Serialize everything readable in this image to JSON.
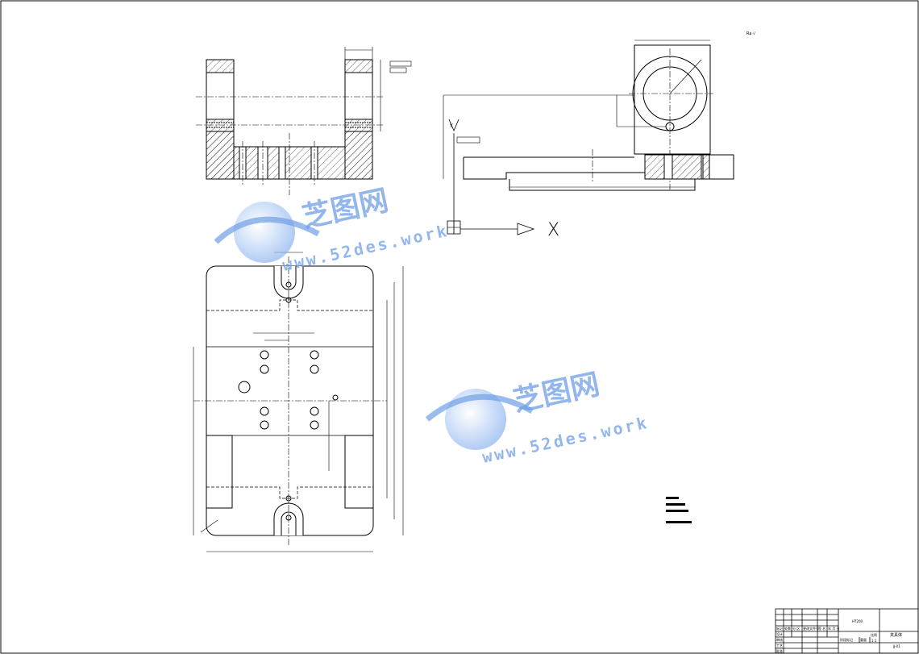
{
  "drawing": {
    "corner_roughness": "Ra √",
    "axis_y": "Y",
    "axis_x": "X",
    "notes_block": [
      "",
      "",
      ""
    ]
  },
  "watermark": {
    "brand": "芝图网",
    "url": "www.52des.work"
  },
  "title_block": {
    "drawing_name": "夹具体",
    "scale": "1:1",
    "material": "HT200",
    "drawing_no": "JJ-01",
    "row_labels": [
      "标记",
      "处数",
      "分 区",
      "更改文件号",
      "签 名",
      "年 月 日"
    ],
    "designer": "设计",
    "checker": "审核",
    "process": "工艺",
    "approve": "批准",
    "stage_label": "阶段标记",
    "weight_label": "重量",
    "scale_label": "比例"
  },
  "colors": {
    "line": "#000000",
    "watermark": "#6f9fe6",
    "background": "#ffffff"
  }
}
